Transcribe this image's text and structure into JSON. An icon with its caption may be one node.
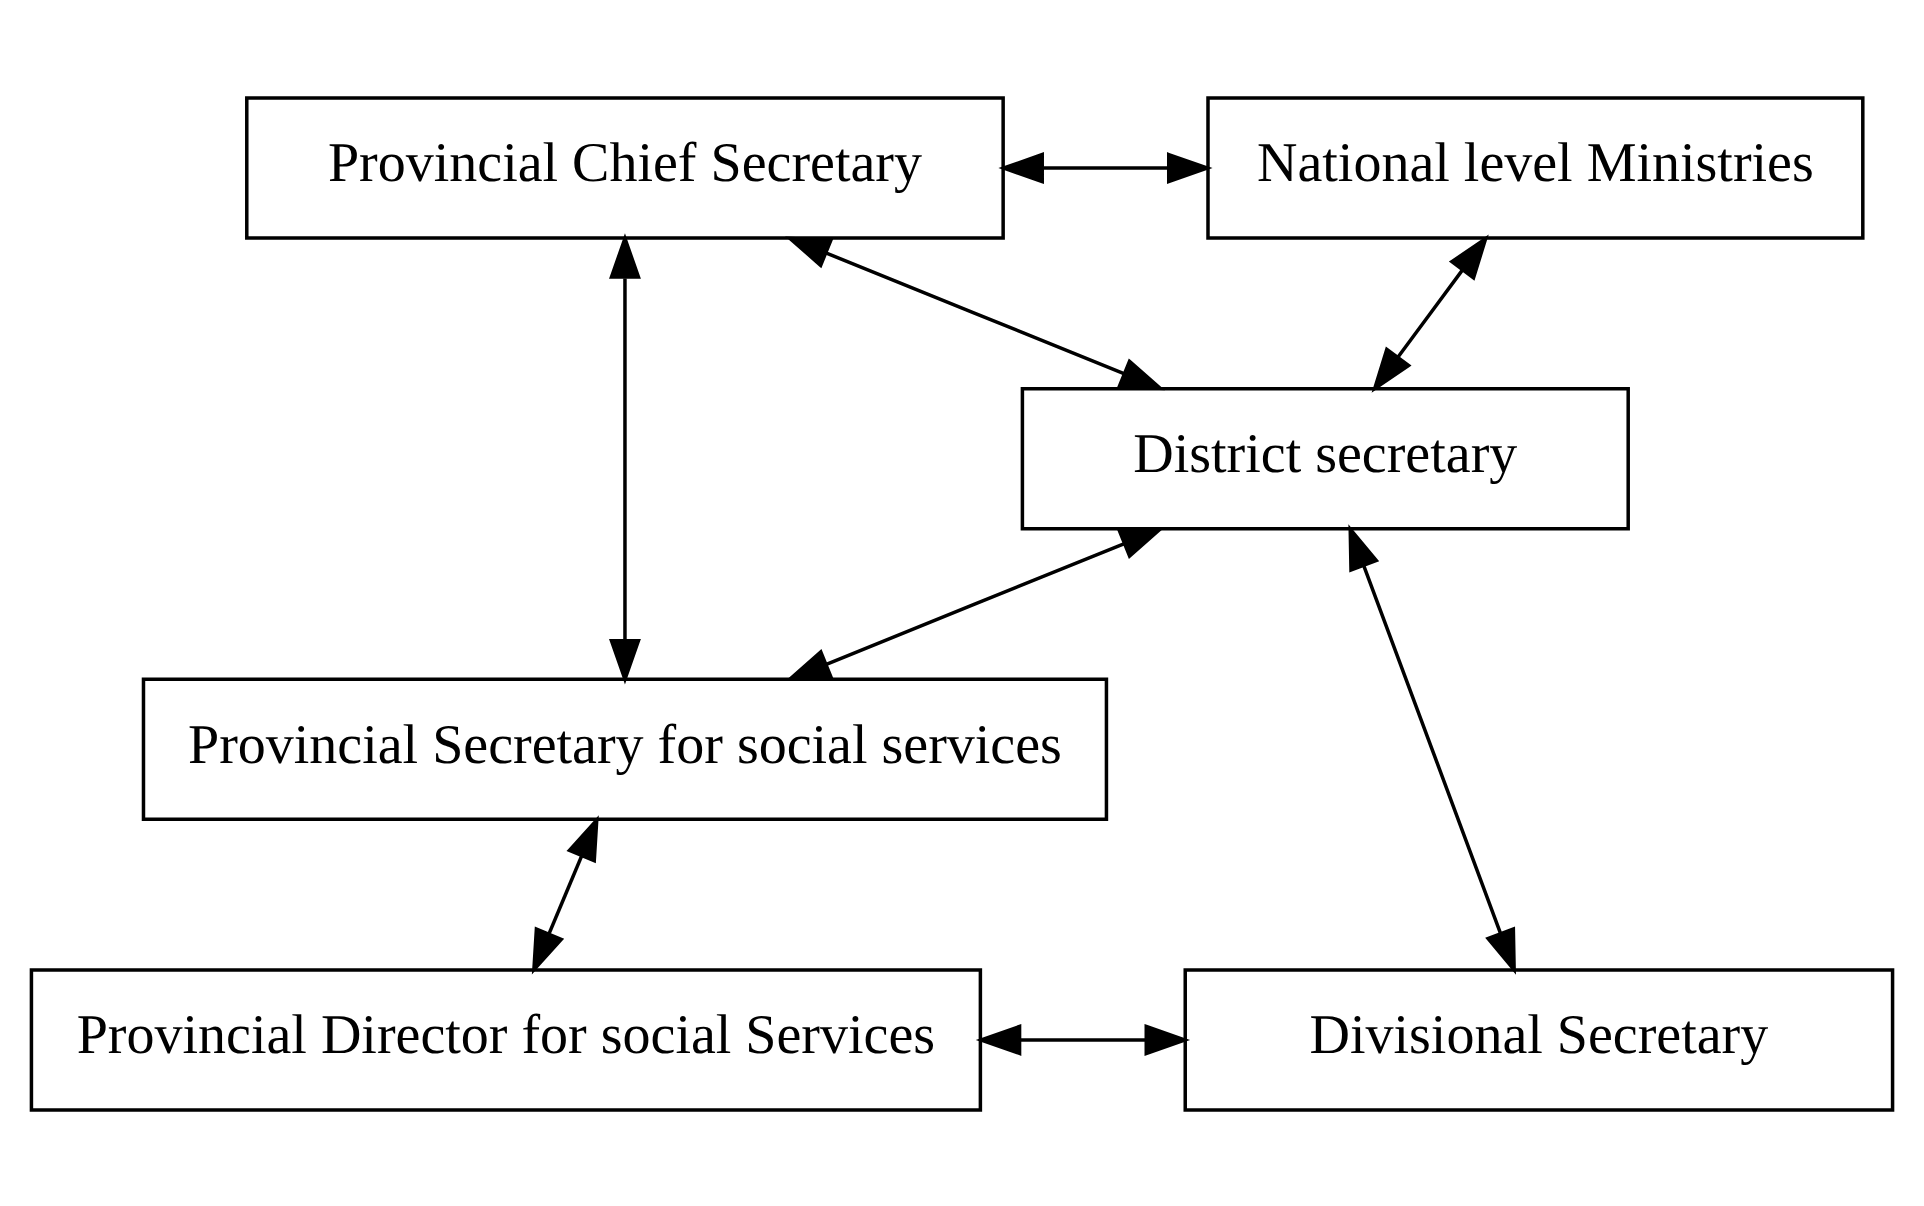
{
  "diagram": {
    "nodes": [
      {
        "text": [
          "Provincial Chief Secretary"
        ]
      },
      {
        "text": [
          "National level Ministries"
        ]
      },
      {
        "text": [
          "District secretary"
        ]
      },
      {
        "text": [
          "Provincial Secretary for social services"
        ]
      },
      {
        "text": [
          "Provincial Director for social Services"
        ]
      },
      {
        "text": [
          "Divisional Secretary"
        ]
      }
    ],
    "edges": [
      {
        "from": 0,
        "to": 1,
        "arrow": "both"
      },
      {
        "from": 1,
        "to": 2,
        "arrow": "both"
      },
      {
        "from": 0,
        "to": 2,
        "arrow": "both"
      },
      {
        "from": 0,
        "to": 3,
        "arrow": "both"
      },
      {
        "from": 2,
        "to": 3,
        "arrow": "both"
      },
      {
        "from": 3,
        "to": 4,
        "arrow": "both"
      },
      {
        "from": 2,
        "to": 5,
        "arrow": "both"
      },
      {
        "from": 4,
        "to": 5,
        "arrow": "both"
      }
    ]
  }
}
